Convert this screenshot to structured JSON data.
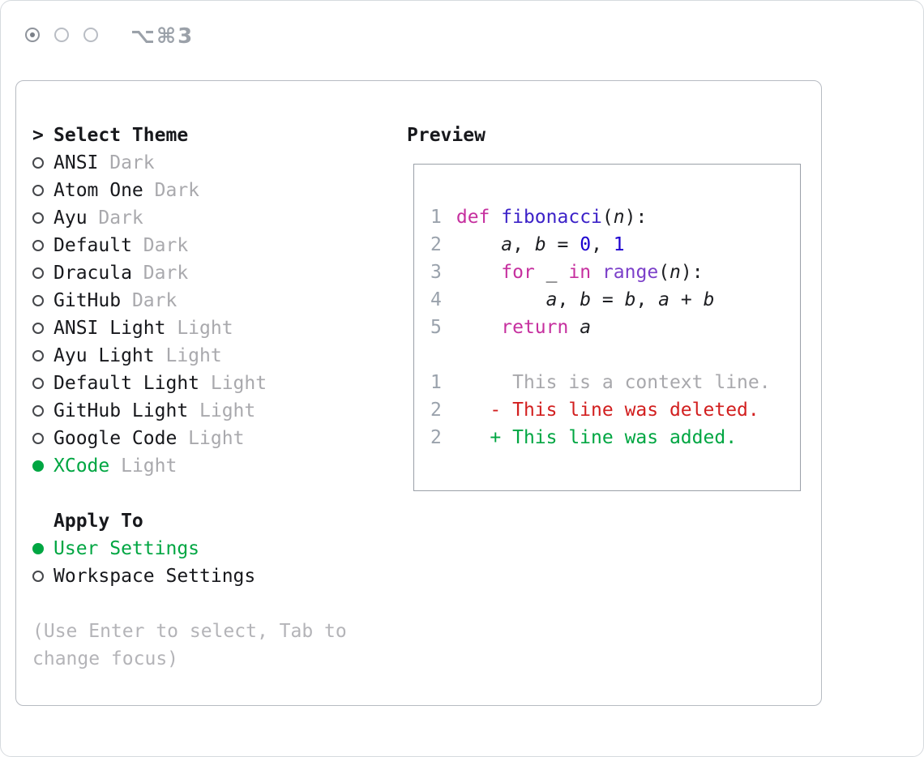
{
  "window": {
    "shortcut": "⌥⌘3",
    "controls": [
      "active",
      "inactive",
      "inactive"
    ]
  },
  "theme_selector": {
    "marker": ">",
    "title": "Select Theme",
    "items": [
      {
        "name": "ANSI",
        "variant": "Dark",
        "selected": false
      },
      {
        "name": "Atom One",
        "variant": "Dark",
        "selected": false
      },
      {
        "name": "Ayu",
        "variant": "Dark",
        "selected": false
      },
      {
        "name": "Default",
        "variant": "Dark",
        "selected": false
      },
      {
        "name": "Dracula",
        "variant": "Dark",
        "selected": false
      },
      {
        "name": "GitHub",
        "variant": "Dark",
        "selected": false
      },
      {
        "name": "ANSI Light",
        "variant": "Light",
        "selected": false
      },
      {
        "name": "Ayu Light",
        "variant": "Light",
        "selected": false
      },
      {
        "name": "Default Light",
        "variant": "Light",
        "selected": false
      },
      {
        "name": "GitHub Light",
        "variant": "Light",
        "selected": false
      },
      {
        "name": "Google Code",
        "variant": "Light",
        "selected": false
      },
      {
        "name": "XCode",
        "variant": "Light",
        "selected": true
      }
    ],
    "apply_to": {
      "title": "Apply To",
      "options": [
        {
          "label": "User Settings",
          "selected": true
        },
        {
          "label": "Workspace Settings",
          "selected": false
        }
      ]
    },
    "hint": "(Use Enter to select, Tab to change focus)"
  },
  "preview": {
    "title": "Preview",
    "code_lines": [
      {
        "num": "1",
        "tokens": [
          [
            "kw",
            "def"
          ],
          [
            "plain",
            " "
          ],
          [
            "fn",
            "fibonacci"
          ],
          [
            "plain",
            "("
          ],
          [
            "var",
            "n"
          ],
          [
            "plain",
            "):"
          ]
        ]
      },
      {
        "num": "2",
        "tokens": [
          [
            "plain",
            "    "
          ],
          [
            "var",
            "a"
          ],
          [
            "plain",
            ", "
          ],
          [
            "var",
            "b"
          ],
          [
            "plain",
            " = "
          ],
          [
            "num",
            "0"
          ],
          [
            "plain",
            ", "
          ],
          [
            "num",
            "1"
          ]
        ]
      },
      {
        "num": "3",
        "tokens": [
          [
            "plain",
            "    "
          ],
          [
            "kw",
            "for"
          ],
          [
            "plain",
            " "
          ],
          [
            "var",
            "_"
          ],
          [
            "plain",
            " "
          ],
          [
            "kw",
            "in"
          ],
          [
            "plain",
            " "
          ],
          [
            "builtin",
            "range"
          ],
          [
            "plain",
            "("
          ],
          [
            "var",
            "n"
          ],
          [
            "plain",
            "):"
          ]
        ]
      },
      {
        "num": "4",
        "tokens": [
          [
            "plain",
            "        "
          ],
          [
            "var",
            "a"
          ],
          [
            "plain",
            ", "
          ],
          [
            "var",
            "b"
          ],
          [
            "plain",
            " = "
          ],
          [
            "var",
            "b"
          ],
          [
            "plain",
            ", "
          ],
          [
            "var",
            "a"
          ],
          [
            "plain",
            " + "
          ],
          [
            "var",
            "b"
          ]
        ]
      },
      {
        "num": "5",
        "tokens": [
          [
            "plain",
            "    "
          ],
          [
            "kw",
            "return"
          ],
          [
            "plain",
            " "
          ],
          [
            "var",
            "a"
          ]
        ]
      }
    ],
    "diff_lines": [
      {
        "num": "1",
        "type": "context",
        "text": "     This is a context line."
      },
      {
        "num": "2",
        "type": "deleted",
        "text": "   - This line was deleted."
      },
      {
        "num": "2",
        "type": "added",
        "text": "   + This line was added."
      }
    ]
  },
  "colors": {
    "accent_green": "#00a642",
    "deleted_red": "#d21f1f",
    "keyword": "#c6309f",
    "function_name": "#3c22c8",
    "number": "#1c00cf",
    "builtin": "#7b3fc9",
    "muted_gray": "#a9a9ad",
    "line_number_gray": "#9aa2ac"
  }
}
